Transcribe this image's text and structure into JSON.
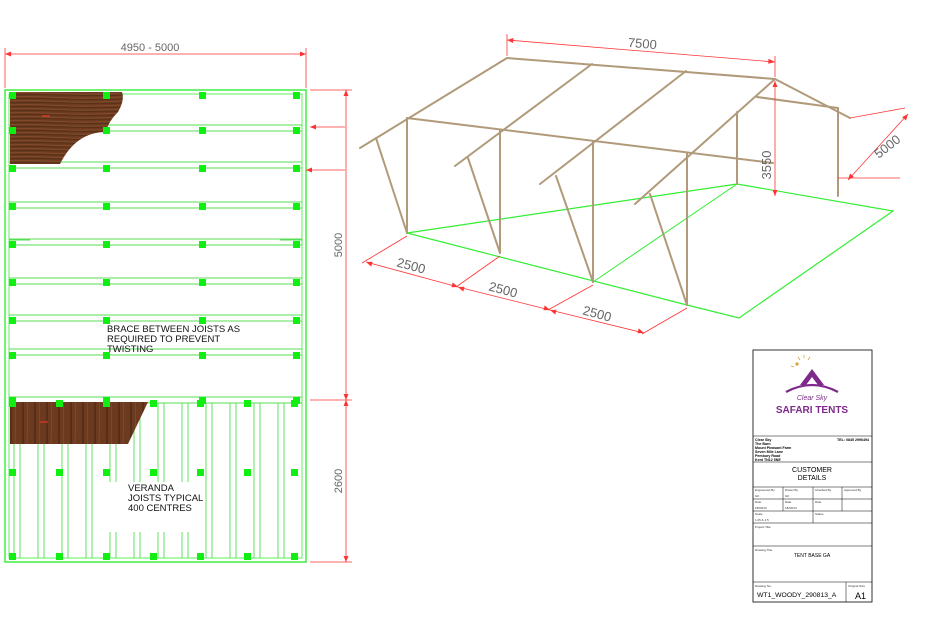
{
  "plan": {
    "width_dim": "4950 - 5000",
    "depth_dim": "5000",
    "veranda_dim": "2600",
    "brace_note": [
      "BRACE BETWEEN JOISTS AS",
      "REQUIRED TO PREVENT",
      "TWISTING"
    ],
    "veranda_note": [
      "VERANDA",
      "JOISTS TYPICAL",
      "400 CENTRES"
    ]
  },
  "iso": {
    "length_dim": "7500",
    "height_dim": "3550",
    "width_dim": "5000",
    "bay_dims": [
      "2500",
      "2500",
      "2500"
    ]
  },
  "title_block": {
    "logo_line1": "Clear Sky",
    "logo_line2": "SAFARI TENTS",
    "company": [
      "Clear Sky",
      "The Barn",
      "Mount Pleasant Farm",
      "Seven Mile Lane",
      "Pembury Road",
      "Kent TN12 5NE"
    ],
    "tel": "TEL: 0845 2996494",
    "customer_line1": "CUSTOMER",
    "customer_line2": "DETAILS",
    "r1": [
      {
        "label": "Engineered By",
        "value": "GK"
      },
      {
        "label": "Drawn By",
        "value": "GK"
      },
      {
        "label": "Checked By",
        "value": ""
      },
      {
        "label": "Approved By",
        "value": ""
      }
    ],
    "r2": [
      {
        "label": "Date",
        "value": "18/09/13"
      },
      {
        "label": "Date",
        "value": "18/09/13"
      },
      {
        "label": "Date",
        "value": ""
      }
    ],
    "r3": [
      {
        "label": "Scale",
        "value": "1:25 & 1:5"
      },
      {
        "label": "Status",
        "value": ""
      }
    ],
    "project_title_label": "Project Title",
    "drawing_title_label": "Drawing Title",
    "drawing_title": "TENT BASE GA",
    "drawing_no_label": "Drawing No.",
    "drawing_no": "WT1_WOODY_290813_A",
    "size_label": "Original Size",
    "size": "A1"
  },
  "colors": {
    "frame_green": "#33ee33",
    "joist_green": "#55dd55",
    "node_green": "#11ee11",
    "dim_red": "#ff3333",
    "pole": "#b09a7a",
    "wood": "#6b3a1f",
    "logo_purple": "#7d2a8a"
  }
}
